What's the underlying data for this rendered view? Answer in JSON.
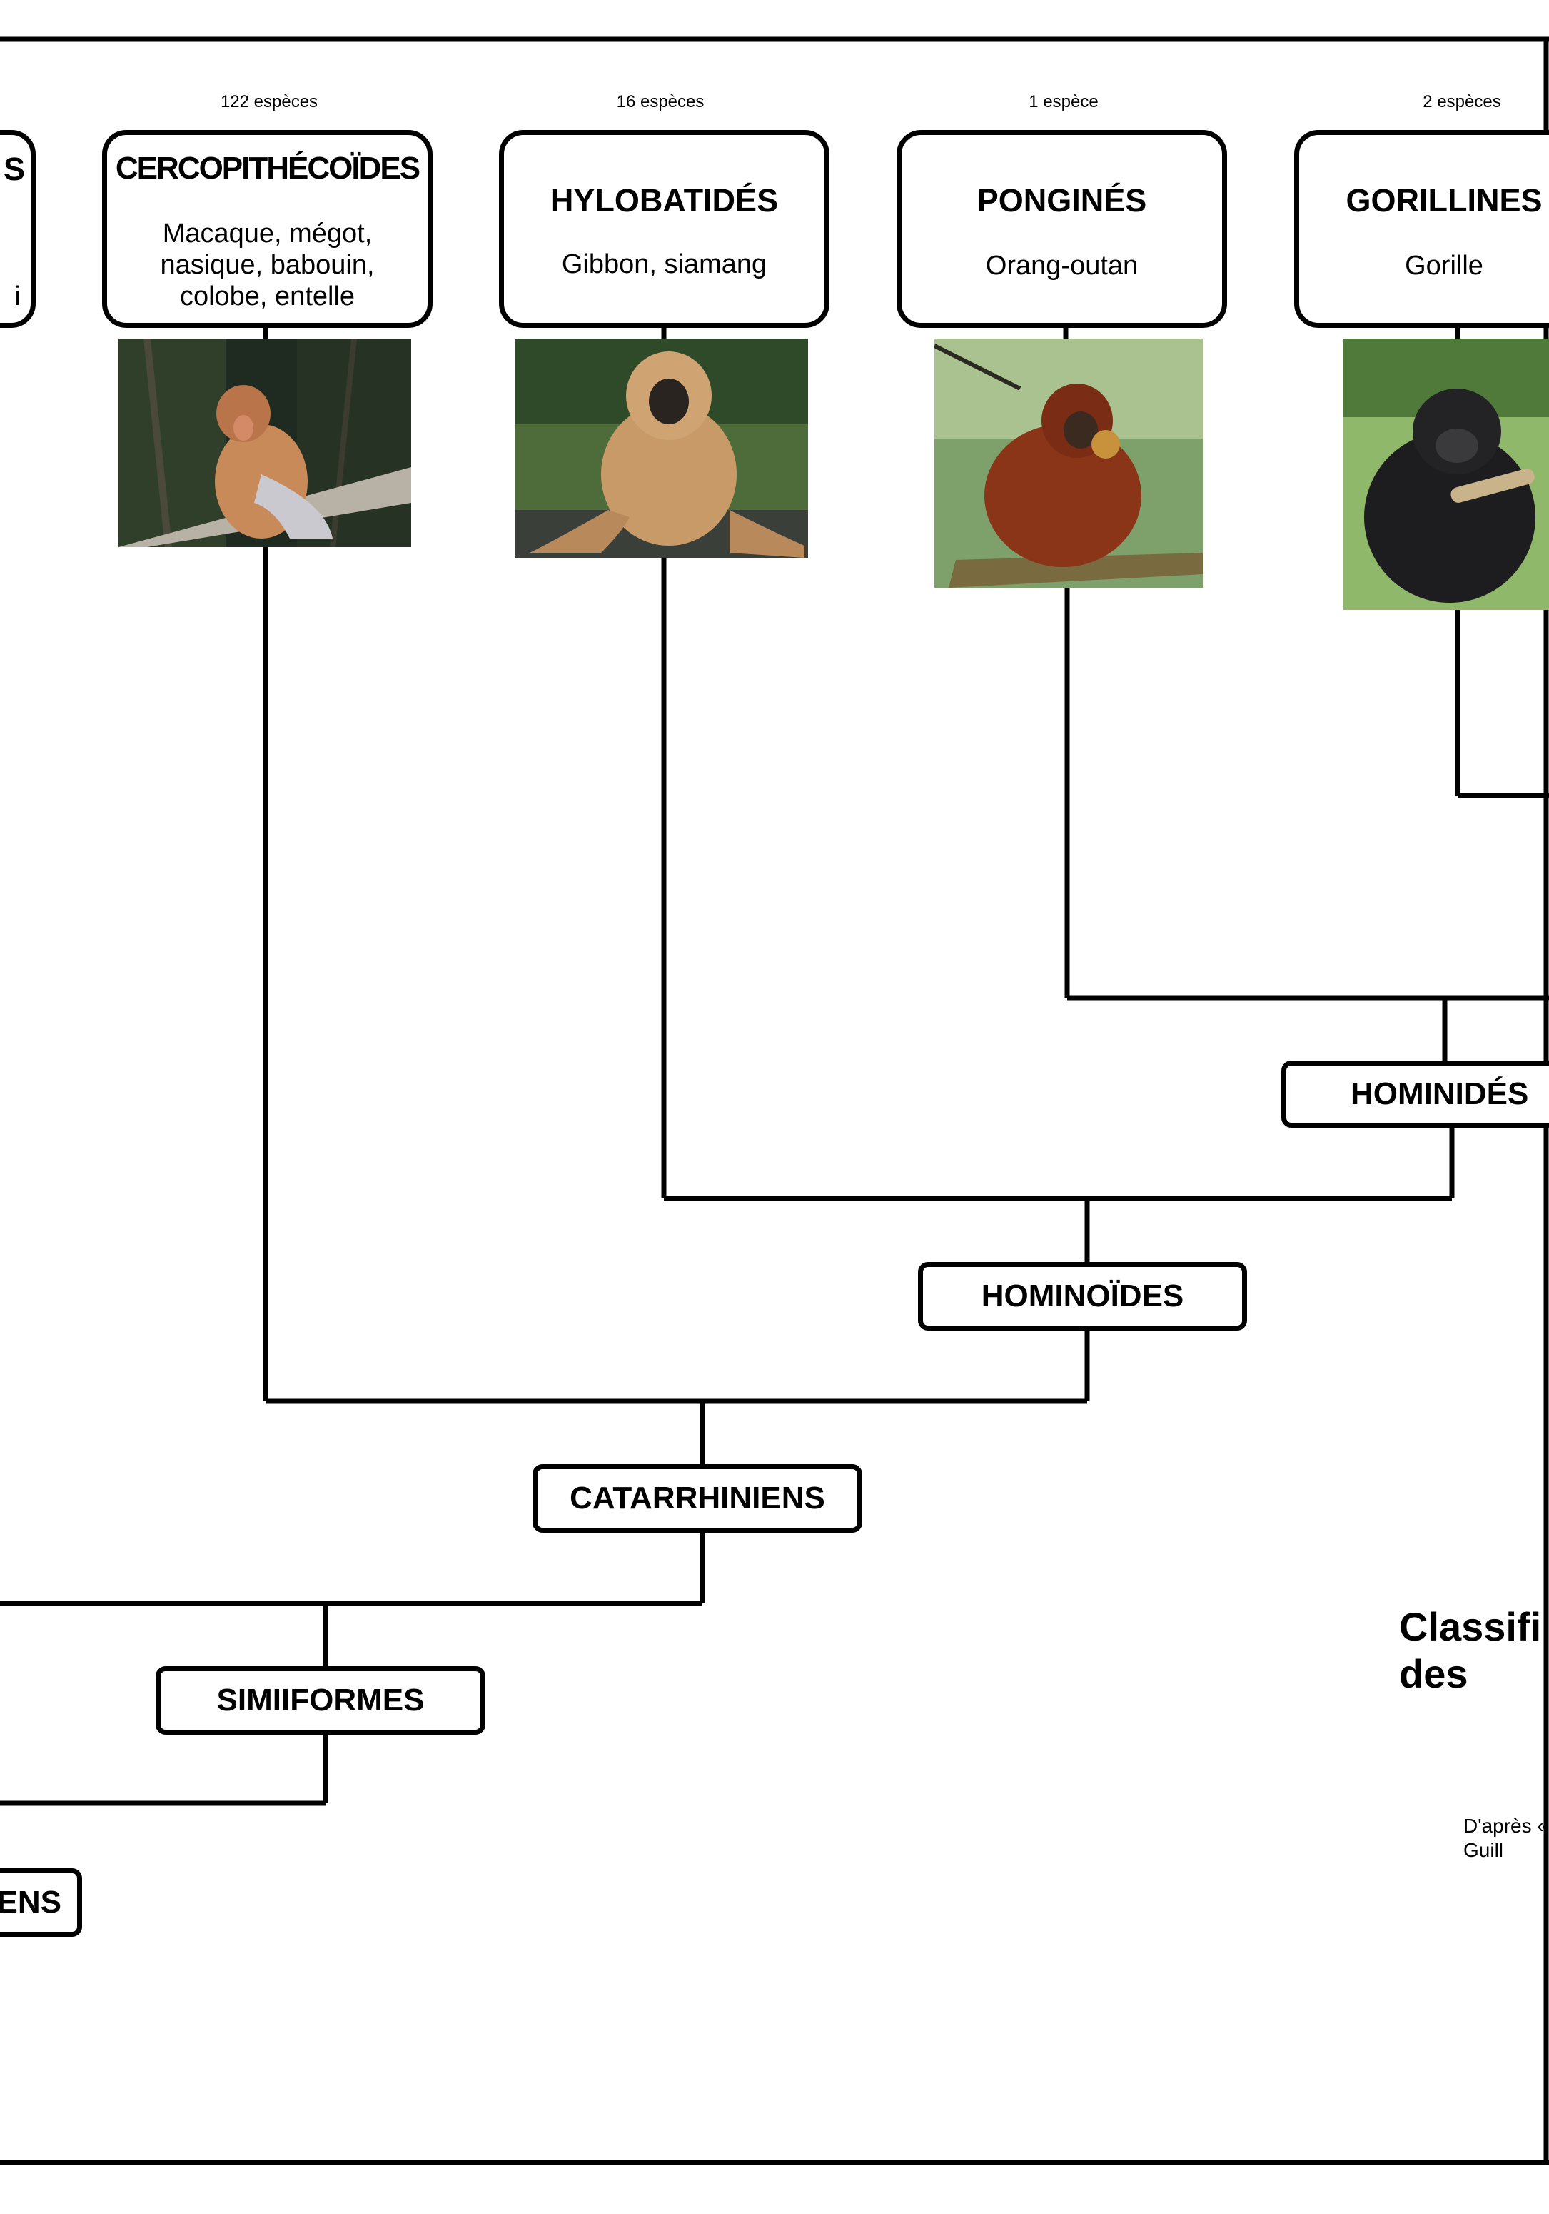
{
  "diagram": {
    "counts": {
      "cercopithecoides": "122 espèces",
      "hylobatides": "16 espèces",
      "pongines": "1 espèce",
      "gorillines": "2 espèces"
    },
    "groups": {
      "cercopithecoides": {
        "title": "CERCOPITHÉCOÏDES",
        "description": "Macaque, mégot,\nnasique, babouin,\ncolobe, entelle"
      },
      "hylobatides": {
        "title": "HYLOBATIDÉS",
        "description": "Gibbon, siamang"
      },
      "pongines": {
        "title": "PONGINÉS",
        "description": "Orang-outan"
      },
      "gorillines": {
        "title": "GORILLINES",
        "description": "Gorille"
      },
      "left_cut": {
        "title": "S",
        "description": "i"
      }
    },
    "clades": {
      "hominides": "HOMINIDÉS",
      "hominoides": "HOMINOÏDES",
      "catarrhiniens": "CATARRHINIENS",
      "simiiformes": "SIMIIFORMES",
      "left_cut": "ENS"
    },
    "side_title": "Classifi\ndes",
    "source": "D'après «\nGuill"
  }
}
